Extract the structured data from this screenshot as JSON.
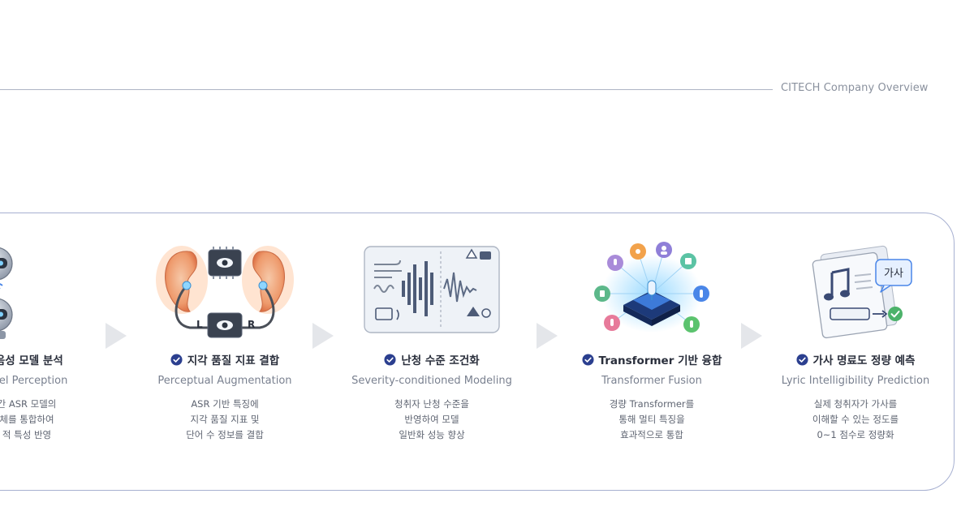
{
  "header": {
    "title": "CITECH Company Overview"
  },
  "steps": [
    {
      "title": "-음성 모델 분석",
      "subtitle": "odel Perception",
      "desc": [
        "간 ASR 모델의",
        "체를 통합하여",
        "적 특성 반영"
      ],
      "icon": "robot-pair-icon"
    },
    {
      "title": "지각 품질 지표 결합",
      "subtitle": "Perceptual Augmentation",
      "desc": [
        "ASR 기반 특징에",
        "지각 품질 지표 및",
        "단어 수 정보를 결합"
      ],
      "icon": "ears-chip-icon",
      "left_label": "L",
      "right_label": "R"
    },
    {
      "title": "난청 수준 조건화",
      "subtitle": "Severity-conditioned Modeling",
      "desc": [
        "청취자 난청 수준을",
        "반영하여 모델",
        "일반화 성능 향상"
      ],
      "icon": "waveform-panel-icon"
    },
    {
      "title": "Transformer 기반 융합",
      "subtitle": "Transformer Fusion",
      "desc": [
        "경량 Transformer를",
        "통해 멀티 특징을",
        "효과적으로 통합"
      ],
      "icon": "transformer-hub-icon"
    },
    {
      "title": "가사 명료도 정량 예측",
      "subtitle": "Lyric Intelligibility Prediction",
      "desc": [
        "실제 청취자가 가사를",
        "이해할 수 있는 정도를",
        "0~1 점수로 정량화"
      ],
      "icon": "lyrics-sheet-icon",
      "bubble_label": "가사"
    }
  ],
  "colors": {
    "accent": "#2f4aa8",
    "panel_border": "#a7b0d1",
    "arrow": "#e4e6ea",
    "check": "#2b3f8f"
  }
}
